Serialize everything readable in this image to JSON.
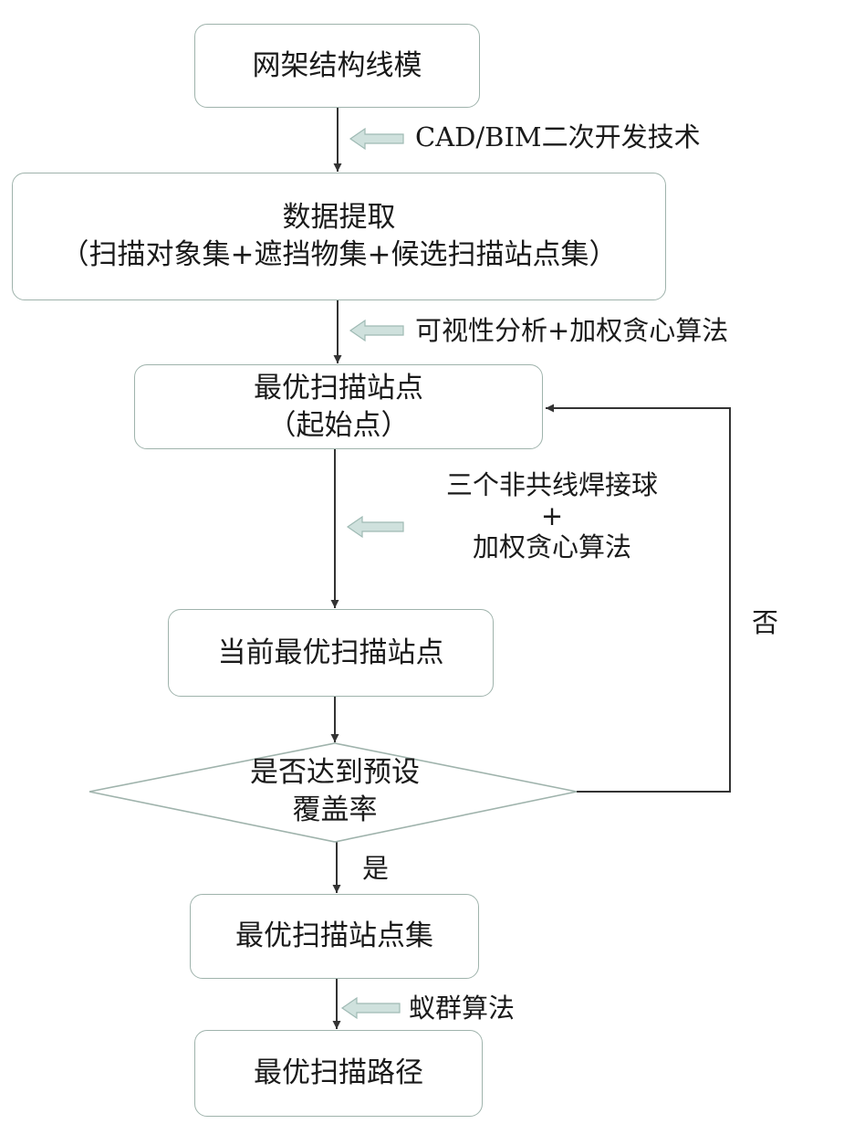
{
  "nodes": {
    "wireframe_model": "网架结构线模",
    "data_extraction_line1": "数据提取",
    "data_extraction_line2": "（扫描对象集+遮挡物集+候选扫描站点集）",
    "optimal_station_line1": "最优扫描站点",
    "optimal_station_line2": "（起始点）",
    "current_optimal_station": "当前最优扫描站点",
    "decision_line1": "是否达到预设",
    "decision_line2": "覆盖率",
    "optimal_station_set": "最优扫描站点集",
    "optimal_scan_path": "最优扫描路径"
  },
  "annotations": {
    "cad_bim": "CAD/BIM二次开发技术",
    "visibility": "可视性分析+加权贪心算法",
    "welds_line1": "三个非共线焊接球",
    "welds_line2": "+",
    "welds_line3": "加权贪心算法",
    "ant_colony": "蚁群算法"
  },
  "branches": {
    "no": "否",
    "yes": "是"
  },
  "colors": {
    "box_border": "#9fb3ac",
    "arrow_line": "#333333",
    "hint_arrow_fill": "#cfe1dd",
    "hint_arrow_stroke": "#9fbab4"
  }
}
